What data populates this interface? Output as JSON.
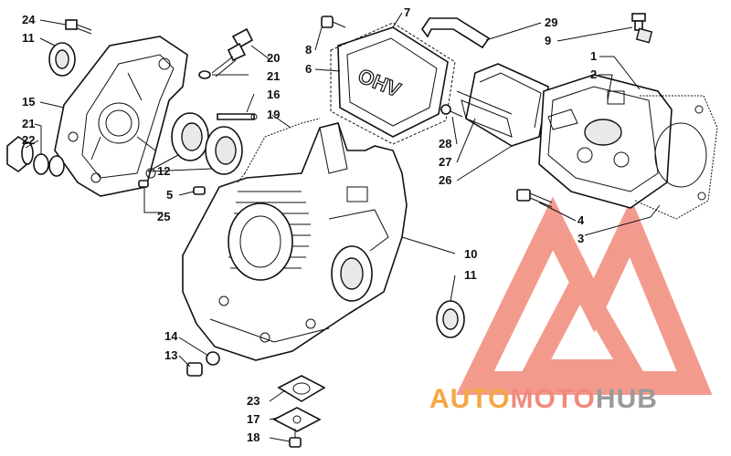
{
  "diagram": {
    "callouts": {
      "c1": "1",
      "c2": "2",
      "c3": "3",
      "c4": "4",
      "c5": "5",
      "c6": "6",
      "c7": "7",
      "c8": "8",
      "c9": "9",
      "c10": "10",
      "c11a": "11",
      "c11b": "11",
      "c12": "12",
      "c13": "13",
      "c14": "14",
      "c15": "15",
      "c16": "16",
      "c17": "17",
      "c18": "18",
      "c19": "19",
      "c20": "20",
      "c21a": "21",
      "c21b": "21",
      "c22": "22",
      "c23": "23",
      "c24": "24",
      "c25": "25",
      "c26": "26",
      "c27": "27",
      "c28": "28",
      "c29": "29"
    },
    "valve_cover_text": "OHV"
  },
  "watermark": {
    "brand_part1": "AUTO",
    "brand_part2": "MOTO",
    "brand_part3": "HUB",
    "colors": {
      "accent": "#f08a7a",
      "orange": "#f5a742",
      "grey": "#a0a0a0"
    }
  }
}
